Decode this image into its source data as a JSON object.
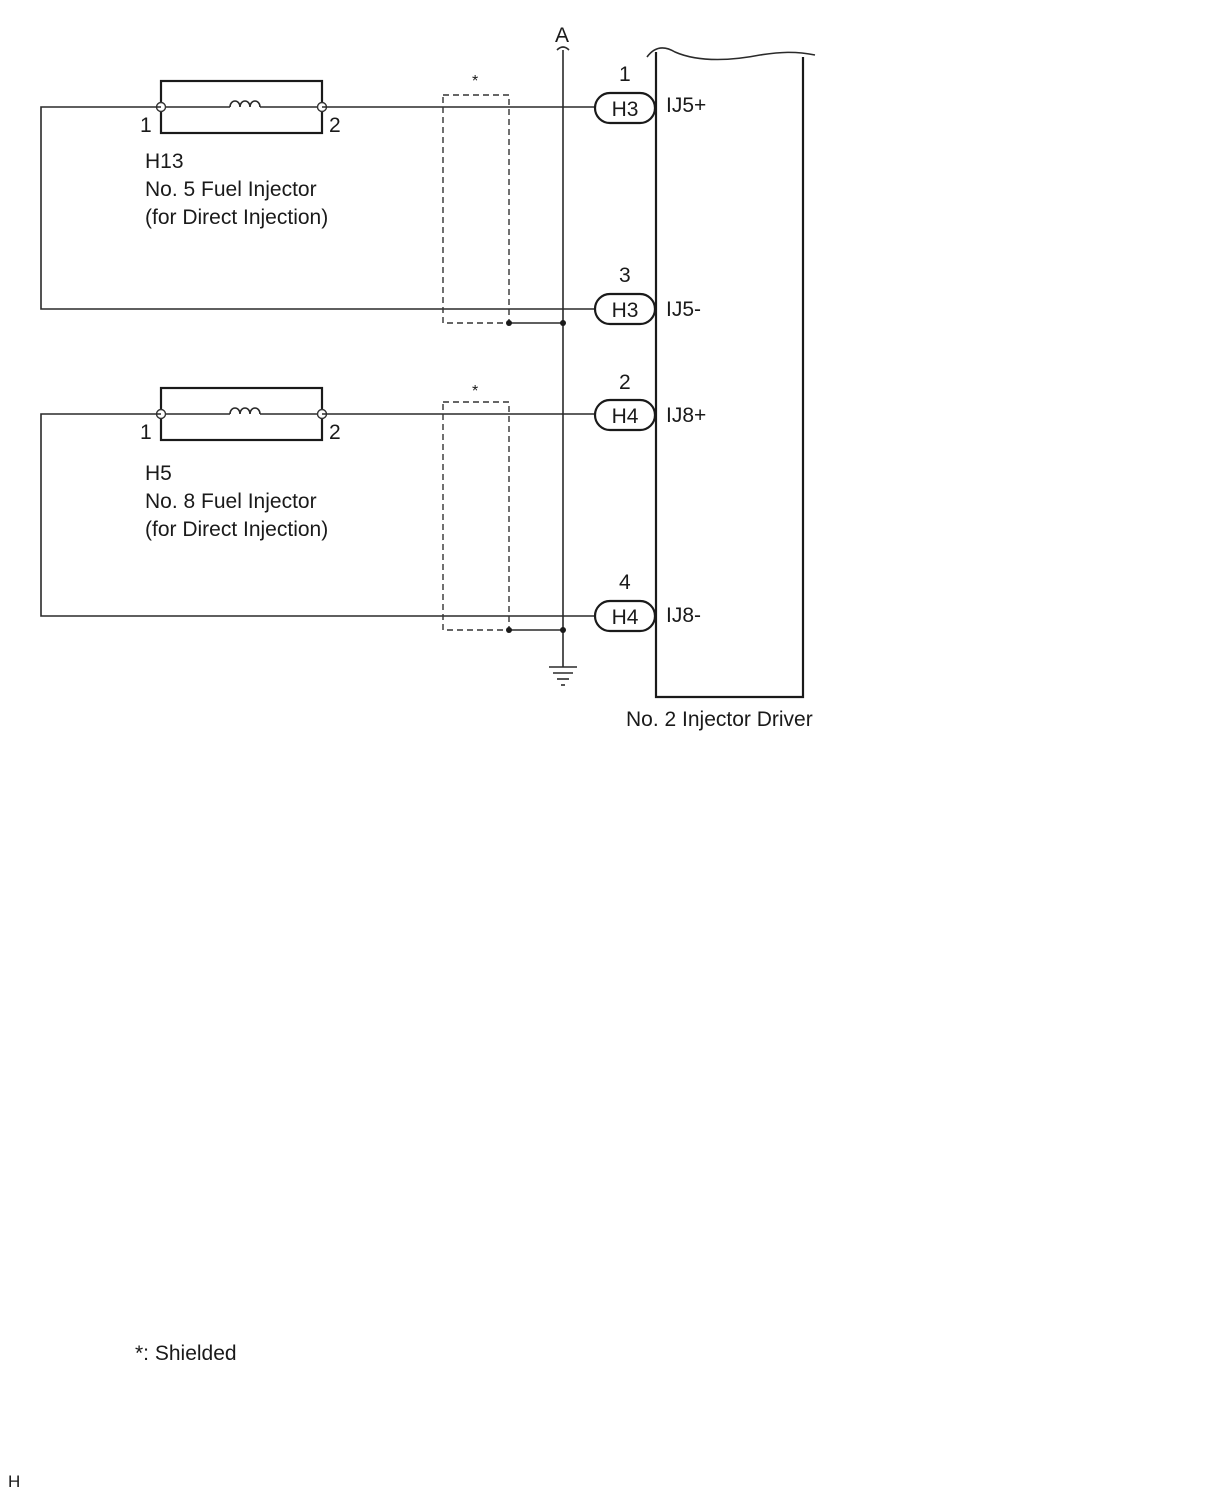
{
  "ground_point": "A",
  "shield_mark": "*",
  "injectors": [
    {
      "connector": "H13",
      "name": "No. 5 Fuel Injector",
      "note": "(for Direct Injection)",
      "pin_left": "1",
      "pin_right": "2"
    },
    {
      "connector": "H5",
      "name": "No. 8 Fuel Injector",
      "note": "(for Direct Injection)",
      "pin_left": "1",
      "pin_right": "2"
    }
  ],
  "driver": {
    "name": "No. 2 Injector Driver",
    "terminals": [
      {
        "pin": "1",
        "connector": "H3",
        "signal": "IJ5+"
      },
      {
        "pin": "3",
        "connector": "H3",
        "signal": "IJ5-"
      },
      {
        "pin": "2",
        "connector": "H4",
        "signal": "IJ8+"
      },
      {
        "pin": "4",
        "connector": "H4",
        "signal": "IJ8-"
      }
    ]
  },
  "footnote": "*: Shielded",
  "corner_mark": "H"
}
